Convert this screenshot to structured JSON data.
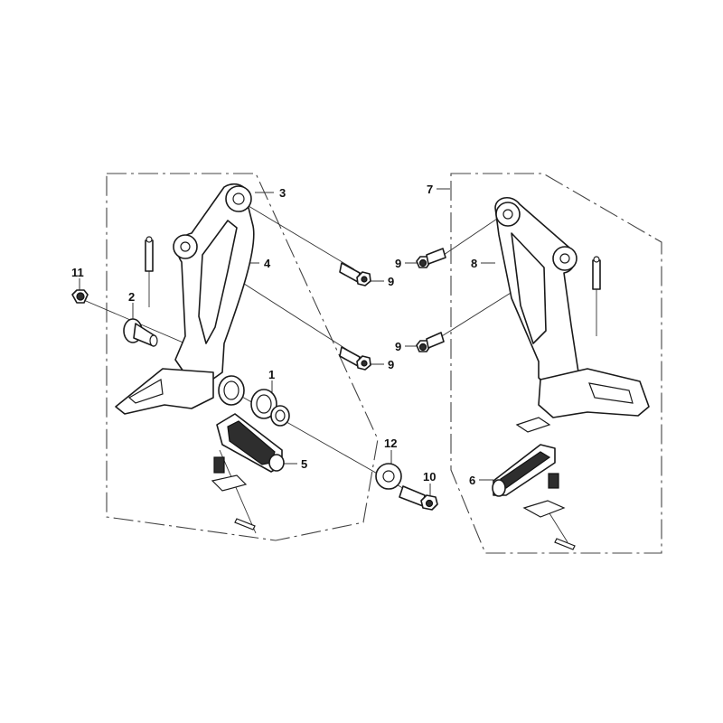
{
  "colors": {
    "line": "#1a1a1a",
    "rubber": "#2e2e2e",
    "background": "#ffffff"
  },
  "callouts": {
    "c1": "1",
    "c2": "2",
    "c3": "3",
    "c4": "4",
    "c5": "5",
    "c6": "6",
    "c7": "7",
    "c8": "8",
    "c9a": "9",
    "c9b": "9",
    "c9c": "9",
    "c9d": "9",
    "c10": "10",
    "c11": "11",
    "c12": "12"
  }
}
